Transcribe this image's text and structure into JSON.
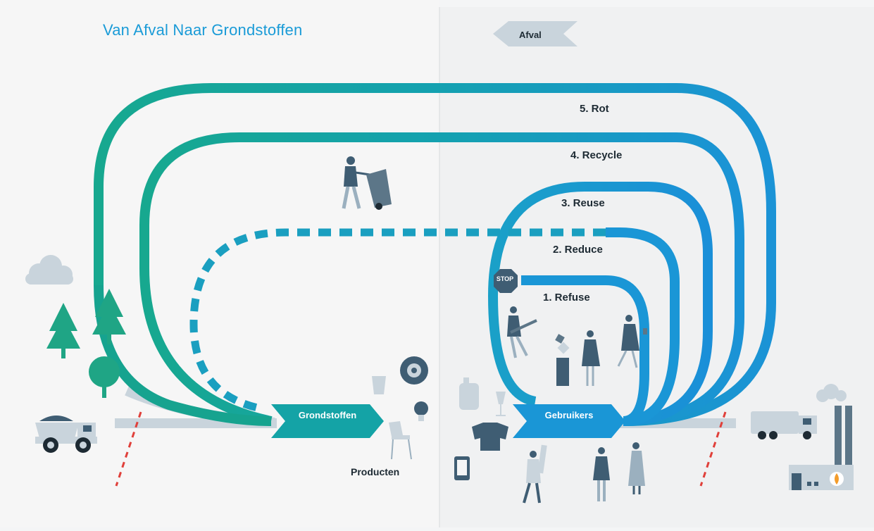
{
  "title": "Van Afval Naar Grondstoffen",
  "afval_label": "Afval",
  "steps": [
    {
      "label": "5. Rot"
    },
    {
      "label": "4. Recycle"
    },
    {
      "label": "3. Reuse"
    },
    {
      "label": "2. Reduce"
    },
    {
      "label": "1. Refuse"
    }
  ],
  "arrows": {
    "grondstoffen": "Grondstoffen",
    "gebruikers": "Gebruikers"
  },
  "products_label": "Producten",
  "stop_sign": "STOP",
  "colors": {
    "teal": "#17a898",
    "blue": "#1a9bd7",
    "dark_teal": "#14a3a6",
    "grey_band": "#c8d3db",
    "figure": "#3f5d73",
    "red_dash": "#e0403a",
    "tree": "#1fa585",
    "background": "#f4f5f6"
  },
  "icons": [
    "cloud-icon",
    "pine-tree-icon",
    "round-tree-icon",
    "dump-truck-icon",
    "cup-icon",
    "tire-icon",
    "lightbulb-icon",
    "chair-icon",
    "bottle-icon",
    "wine-glass-icon",
    "sweater-icon",
    "phone-icon",
    "garbage-truck-icon",
    "factory-icon",
    "stop-sign-icon"
  ]
}
